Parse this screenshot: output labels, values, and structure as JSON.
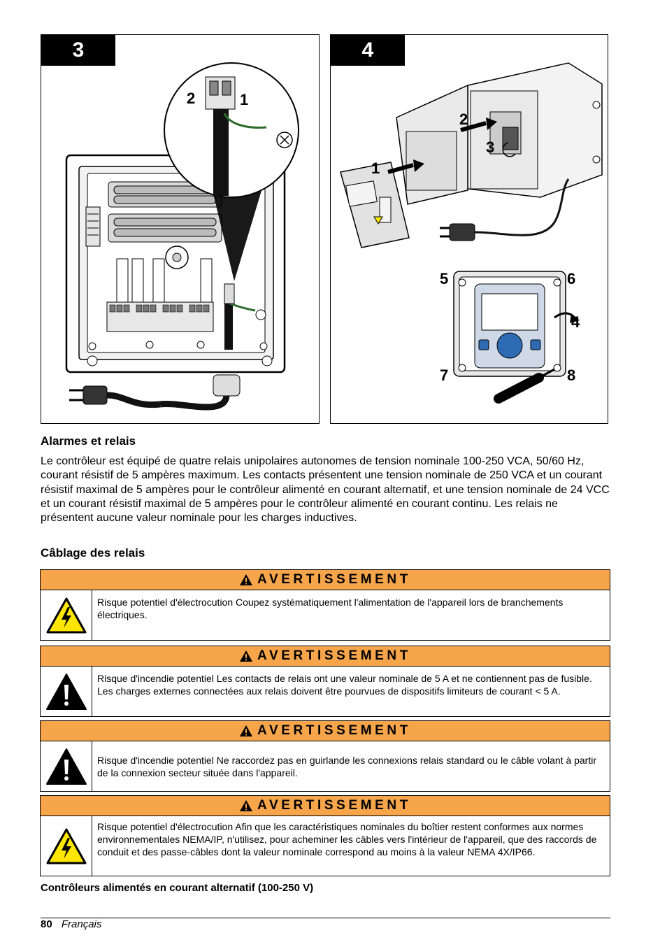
{
  "figures": {
    "step3": {
      "number": "3",
      "callouts": [
        "2",
        "1"
      ]
    },
    "step4": {
      "number": "4",
      "callouts": [
        "2",
        "3",
        "1",
        "5",
        "6",
        "4",
        "7",
        "8"
      ]
    }
  },
  "sections": {
    "alarms_heading": "Alarmes et relais",
    "alarms_body": "Le contrôleur est équipé de quatre relais unipolaires autonomes de tension nominale 100-250 VCA, 50/60 Hz, courant résistif de 5 ampères maximum. Les contacts présentent une tension nominale de 250 VCA et un courant résistif maximal de 5 ampères pour le contrôleur alimenté en courant alternatif, et une tension nominale de 24 VCC et un courant résistif maximal de 5 ampères pour le contrôleur alimenté en courant continu. Les relais ne présentent aucune valeur nominale pour les charges inductives.",
    "wiring_heading": "Câblage des relais",
    "ac_heading": "Contrôleurs alimentés en courant alternatif (100-250 V)"
  },
  "warnings": [
    {
      "title": "AVERTISSEMENT",
      "icon": "electric-shock-icon",
      "text": "Risque potentiel d'électrocution Coupez systématiquement l'alimentation de l'appareil lors de branchements électriques."
    },
    {
      "title": "AVERTISSEMENT",
      "icon": "exclamation-icon",
      "text": "Risque d'incendie potentiel Les contacts de relais ont une valeur nominale de 5 A et ne contiennent pas de fusible. Les charges externes connectées aux relais doivent être pourvues de dispositifs limiteurs de courant < 5 A."
    },
    {
      "title": "AVERTISSEMENT",
      "icon": "exclamation-icon",
      "text": "Risque d'incendie potentiel Ne raccordez pas en guirlande les connexions relais standard ou le câble volant à partir de la connexion secteur située dans l'appareil."
    },
    {
      "title": "AVERTISSEMENT",
      "icon": "electric-shock-icon",
      "text": "Risque potentiel d'électrocution Afin que les caractéristiques nominales du boîtier restent conformes aux normes environnementales NEMA/IP, n'utilisez, pour acheminer les câbles vers l'intérieur de l'appareil, que des raccords de conduit et des passe-câbles dont la valeur nominale correspond au moins à la valeur NEMA 4X/IP66."
    }
  ],
  "footer": {
    "page_number": "80",
    "language": "Français"
  },
  "colors": {
    "warning_header": "#f7a54b",
    "hazard_yellow": "#ffe600"
  }
}
